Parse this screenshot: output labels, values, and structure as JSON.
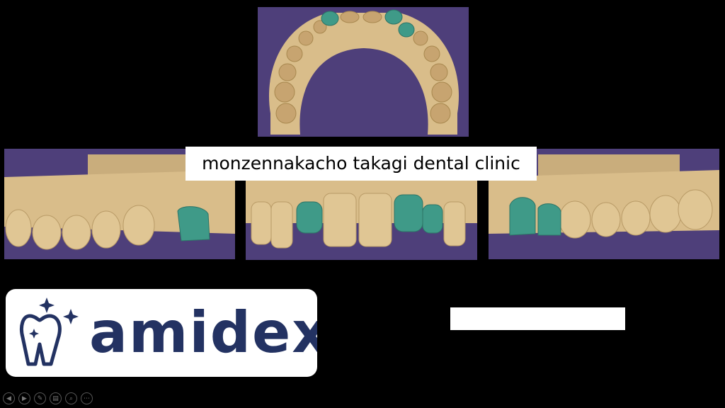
{
  "slide": {
    "caption": "monzennakacho takagi dental clinic",
    "logo_text": "amidex",
    "brand_color": "#233262",
    "background_color": "#4e3f7a",
    "tooth_color": "#d9bd8a",
    "highlight_tooth_color": "#3f9a88"
  },
  "panels": [
    {
      "name": "occlusal-view",
      "icon": "dental-arch-top-image"
    },
    {
      "name": "right-lateral-view",
      "icon": "dental-arch-right-image"
    },
    {
      "name": "frontal-view",
      "icon": "dental-arch-front-image"
    },
    {
      "name": "left-lateral-view",
      "icon": "dental-arch-left-image"
    }
  ],
  "controls": {
    "prev": "◀",
    "next": "▶",
    "pen": "✎",
    "slides": "▤",
    "zoom": "⌕",
    "more": "⋯"
  }
}
